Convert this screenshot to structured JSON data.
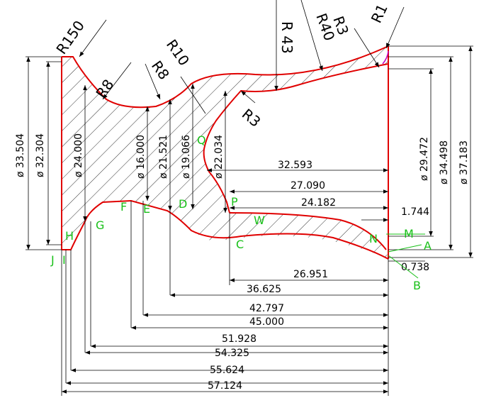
{
  "drawing": {
    "colors": {
      "profile": "#e00000",
      "dimension": "#000000",
      "point_label": "#19c019",
      "hatch": "#000000",
      "accent_arc": "#c000c0"
    },
    "linear_dims": [
      "32.593",
      "27.090",
      "24.182",
      "1.744",
      "26.951",
      "0.738",
      "36.625",
      "42.797",
      "45.000",
      "51.928",
      "54.325",
      "55.624",
      "57.124"
    ],
    "diameters": [
      "ø 33.504",
      "ø 32.304",
      "ø 24.000",
      "ø 16.000",
      "ø 21.521",
      "ø 19.066",
      "ø 22.034",
      "ø 29.472",
      "ø 34.498",
      "ø 37.183"
    ],
    "radii": [
      "R150",
      "R8",
      "R10",
      "R8",
      "R 43",
      "R40",
      "R3",
      "R3",
      "R1"
    ],
    "points": [
      "J",
      "I",
      "H",
      "G",
      "F",
      "E",
      "D",
      "P",
      "W",
      "C",
      "N",
      "M",
      "A",
      "B",
      "Q"
    ]
  }
}
